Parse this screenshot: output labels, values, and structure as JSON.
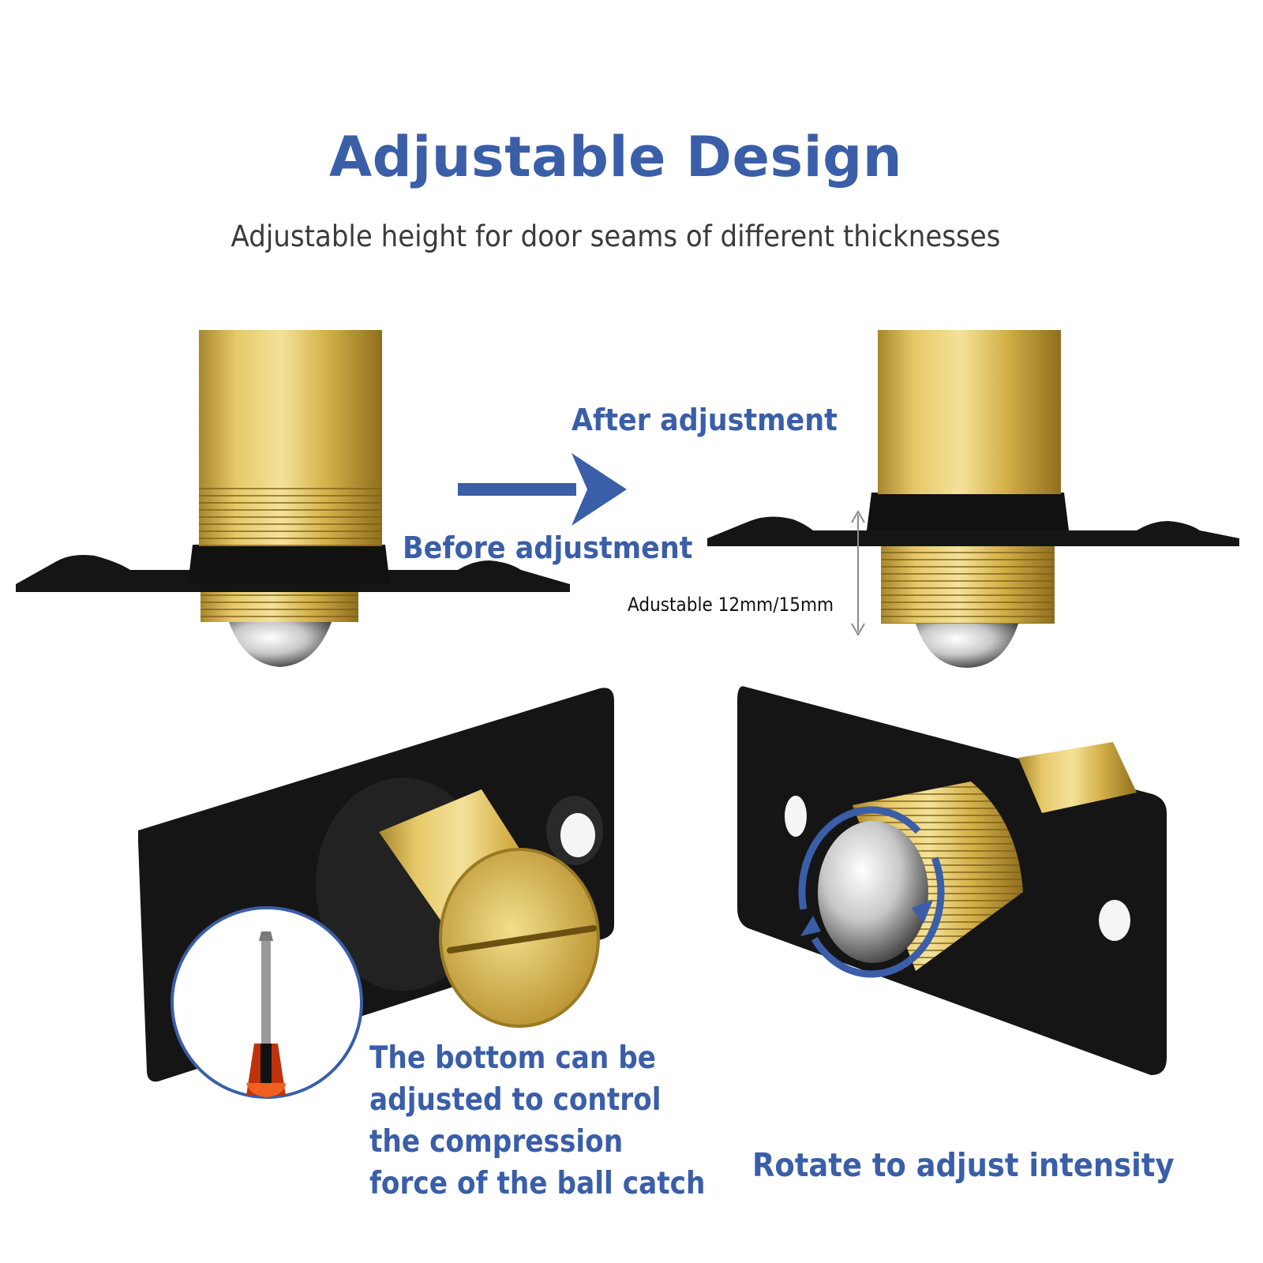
{
  "header": {
    "title": "Adjustable Design",
    "subtitle": "Adjustable height for door seams of different thicknesses"
  },
  "top_section": {
    "after_label": "After adjustment",
    "before_label": "Before adjustment",
    "dimension_label": "Adustable 12mm/15mm"
  },
  "bottom_section": {
    "screwdriver_caption_lines": [
      "The bottom can be",
      "adjusted to control",
      "the compression",
      "force of the ball catch"
    ],
    "rotate_caption": "Rotate to adjust intensity"
  },
  "colors": {
    "accent_blue": "#3a5ea8",
    "brass": "#d9b44a",
    "plate_black": "#151515"
  }
}
